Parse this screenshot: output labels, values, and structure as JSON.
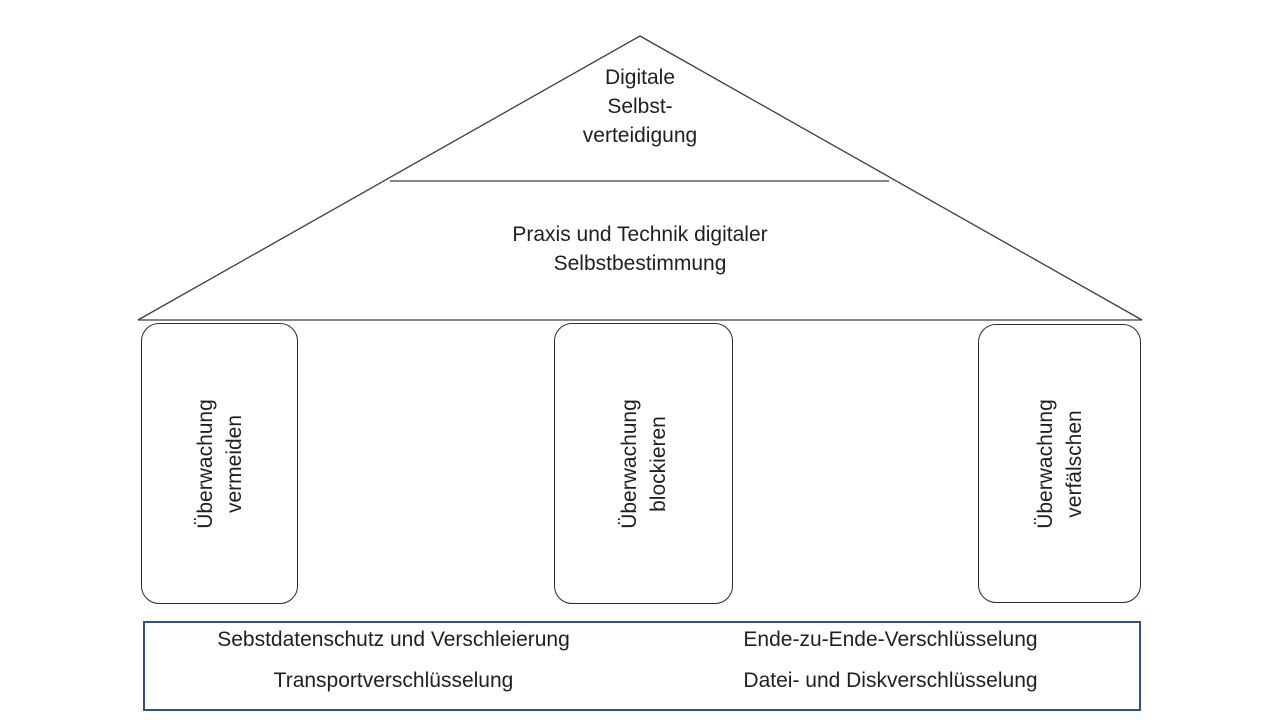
{
  "diagram": {
    "roof": {
      "top_label": "Digitale\nSelbst-\nverteidigung",
      "middle_label": "Praxis und Technik digitaler\nSelbstbestimmung"
    },
    "pillars": [
      {
        "label": "Überwachung\nvermeiden"
      },
      {
        "label": "Überwachung\nblockieren"
      },
      {
        "label": "Überwachung\nverfälschen"
      }
    ],
    "base": {
      "rows": [
        {
          "left": "Sebstdatenschutz und Verschleierung",
          "right": "Ende-zu-Ende-Verschlüsselung"
        },
        {
          "left": "Transportverschlüsselung",
          "right": "Datei- und Diskverschlüsselung"
        }
      ]
    },
    "colors": {
      "line_color": "#3d3d3d",
      "pillar_border": "#2b2b2b",
      "base_border": "#2e5382",
      "text_color": "#1f1f1f",
      "background": "#ffffff"
    }
  }
}
